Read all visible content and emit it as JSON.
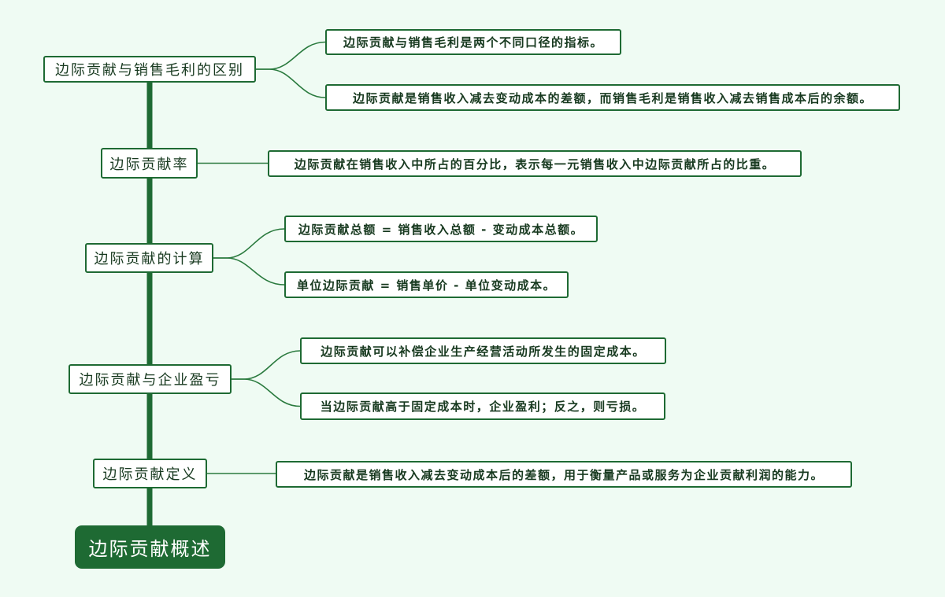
{
  "root": {
    "label": "边际贡献概述"
  },
  "branches": [
    {
      "label": "边际贡献与销售毛利的区别",
      "leaves": [
        "边际贡献与销售毛利是两个不同口径的指标。",
        "边际贡献是销售收入减去变动成本的差额，而销售毛利是销售收入减去销售成本后的余额。"
      ]
    },
    {
      "label": "边际贡献率",
      "leaves": [
        "边际贡献在销售收入中所占的百分比，表示每一元销售收入中边际贡献所占的比重。"
      ]
    },
    {
      "label": "边际贡献的计算",
      "leaves": [
        "边际贡献总额 = 销售收入总额 - 变动成本总额。",
        "单位边际贡献 = 销售单价 - 单位变动成本。"
      ]
    },
    {
      "label": "边际贡献与企业盈亏",
      "leaves": [
        "边际贡献可以补偿企业生产经营活动所发生的固定成本。",
        "当边际贡献高于固定成本时，企业盈利；反之，则亏损。"
      ]
    },
    {
      "label": "边际贡献定义",
      "leaves": [
        "边际贡献是销售收入减去变动成本后的差额，用于衡量产品或服务为企业贡献利润的能力。"
      ]
    }
  ],
  "colors": {
    "background": "#effbf3",
    "accent": "#1e6a33",
    "node_fill": "#ffffff",
    "text": "#17391f",
    "root_text": "#ffffff"
  }
}
